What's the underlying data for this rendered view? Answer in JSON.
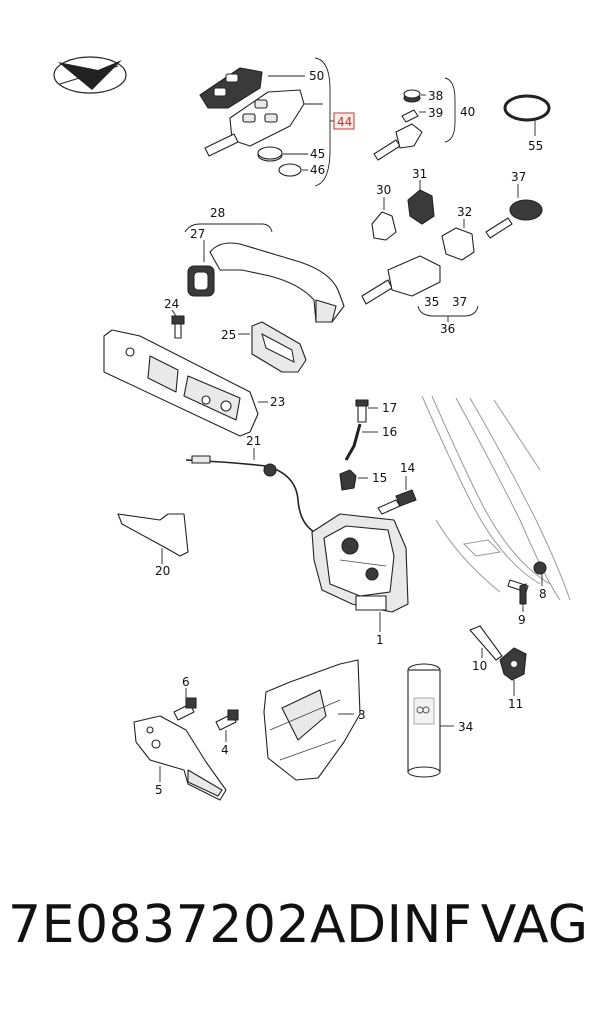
{
  "callouts": {
    "c50": "50",
    "c44": "44",
    "c45": "45",
    "c46": "46",
    "c38": "38",
    "c39": "39",
    "c40": "40",
    "c55": "55",
    "c30": "30",
    "c31": "31",
    "c37a": "37",
    "c32": "32",
    "c35": "35",
    "c37b": "37",
    "c36": "36",
    "c28": "28",
    "c27": "27",
    "c24": "24",
    "c25": "25",
    "c23": "23",
    "c17": "17",
    "c16": "16",
    "c15": "15",
    "c14": "14",
    "c21": "21",
    "c20": "20",
    "c1": "1",
    "c8": "8",
    "c9": "9",
    "c10": "10",
    "c11": "11",
    "c6": "6",
    "c4": "4",
    "c5": "5",
    "c3": "3",
    "c34": "34"
  },
  "highlight_color": "#c0392b",
  "footer": {
    "part_number": "7E0837202ADINF",
    "brand": "VAG"
  }
}
